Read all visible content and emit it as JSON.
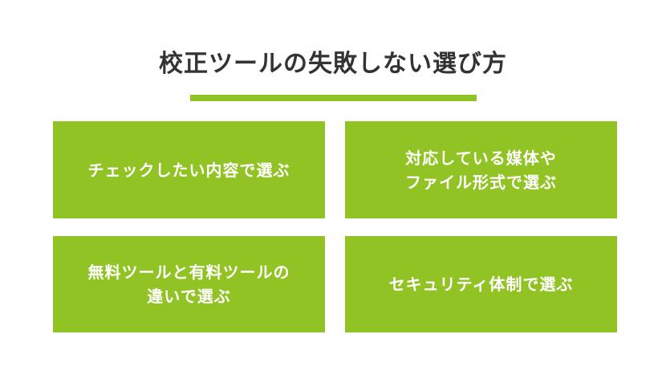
{
  "header": {
    "title": "校正ツールの失敗しない選び方"
  },
  "colors": {
    "accent": "#92c324",
    "title_text": "#333333",
    "card_text": "#ffffff",
    "background": "#ffffff"
  },
  "cards": [
    {
      "label": "チェックしたい内容で選ぶ"
    },
    {
      "label": "対応している媒体や\nファイル形式で選ぶ"
    },
    {
      "label": "無料ツールと有料ツールの\n違いで選ぶ"
    },
    {
      "label": "セキュリティ体制で選ぶ"
    }
  ]
}
